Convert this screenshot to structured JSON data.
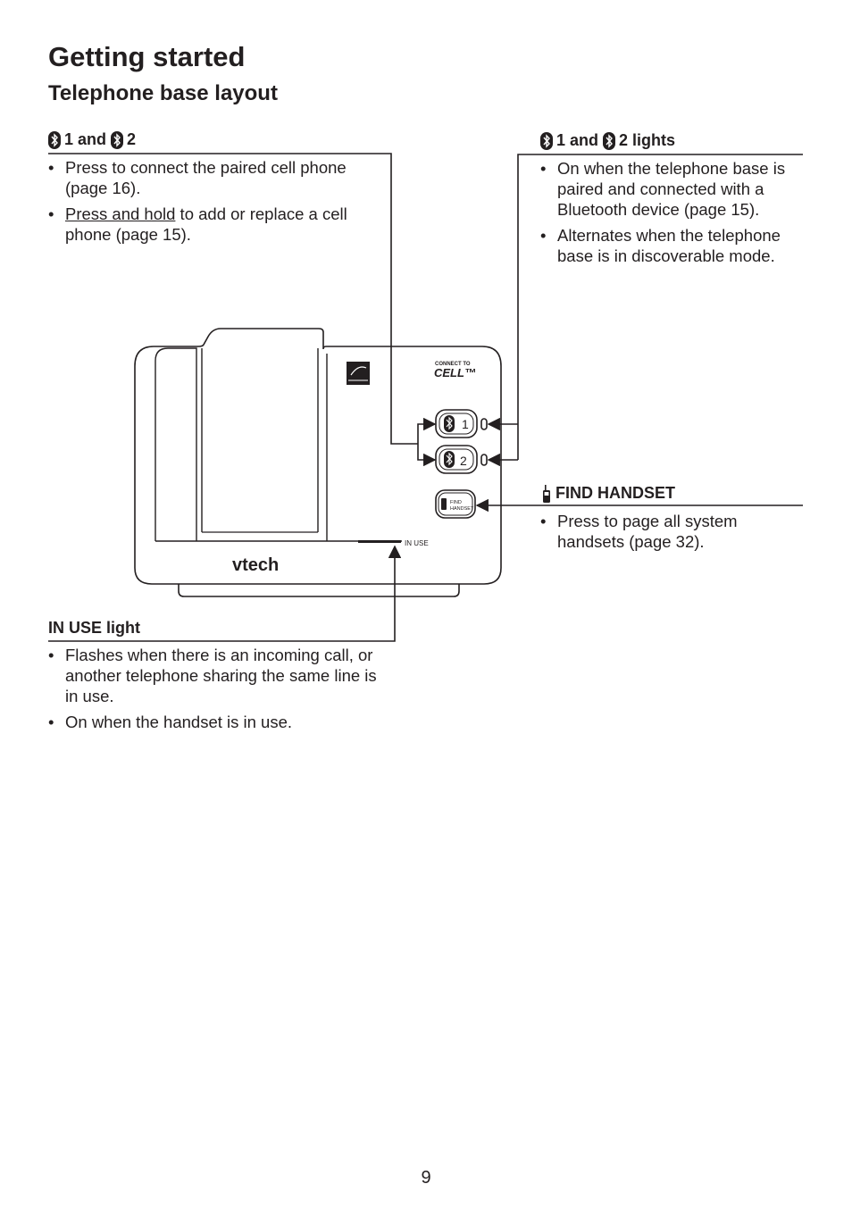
{
  "header": {
    "title": "Getting started",
    "subtitle": "Telephone base layout"
  },
  "bt_buttons": {
    "title_part1": "1 and",
    "title_part2": "2",
    "items": [
      {
        "text": "Press to connect the paired cell phone (page 16)."
      },
      {
        "underlined": "Press and hold",
        "rest": " to add or replace a cell phone (page 15)."
      }
    ]
  },
  "bt_lights": {
    "title_part1": "1 and",
    "title_part2": "2 lights",
    "items": [
      "On when the telephone base is paired and connected with a Bluetooth device (page 15).",
      "Alternates when the telephone base is in discoverable mode."
    ]
  },
  "find_handset": {
    "title": "FIND HANDSET",
    "items": [
      "Press to page all system handsets (page 32)."
    ]
  },
  "in_use": {
    "title": "IN USE light",
    "items": [
      "Flashes when there is an incoming call, or another telephone sharing the same line is in use.",
      "On when the handset is in use."
    ]
  },
  "device": {
    "brand": "vtech",
    "connect_label": "CONNECT TO",
    "cell_label": "CELL™",
    "button1_label": "1",
    "button2_label": "2",
    "find_line1": "FIND",
    "find_line2": "HANDSET",
    "in_use_label": "IN USE"
  },
  "page_number": "9"
}
